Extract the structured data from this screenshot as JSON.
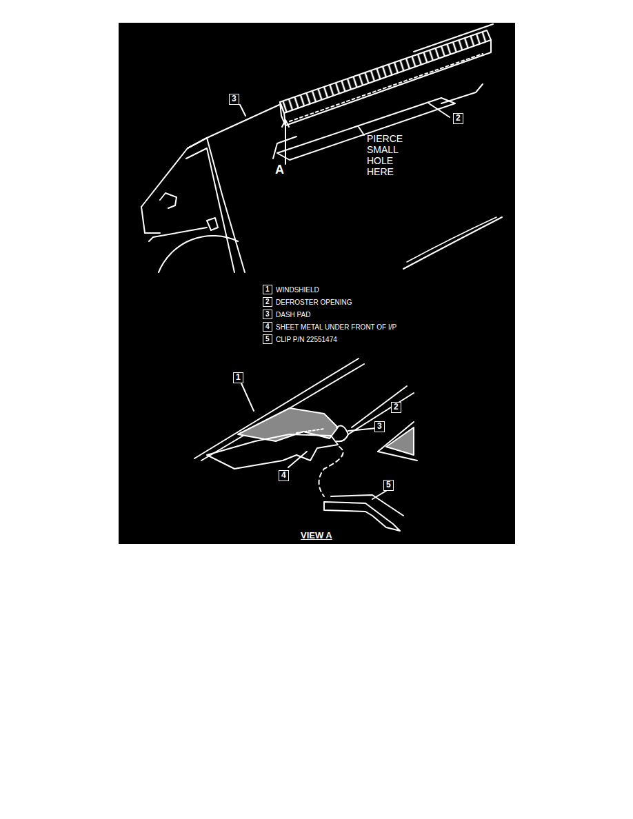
{
  "diagram": {
    "caption": "VIEW A",
    "labels": [
      "3",
      "2",
      "PIERCE SMALL HOLE HERE",
      "A",
      "1",
      "WINDSHIELD",
      "2",
      "DEFROSTER OPENING",
      "3",
      "DASH PAD",
      "4",
      "SHEET METAL UNDER FRONT OF I/P",
      "5",
      "CLIP P/N 22551474",
      "1",
      "2",
      "3",
      "4",
      "5"
    ]
  }
}
